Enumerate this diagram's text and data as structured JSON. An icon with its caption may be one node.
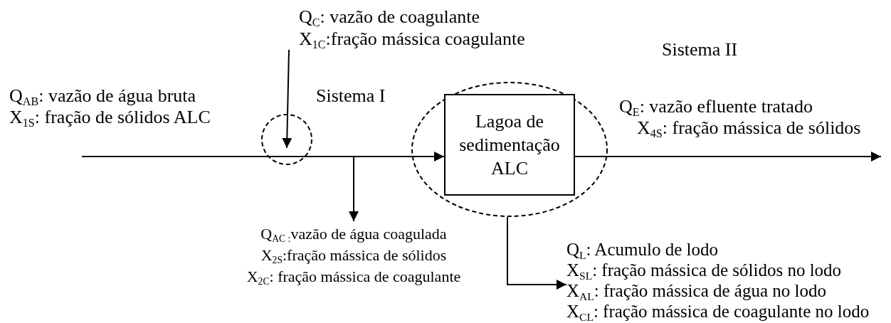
{
  "diagram": {
    "nodes": [
      {
        "text": [
          "Q$_{C}$: vazão de coagulante",
          "X$_{1C}$:fração mássica coagulante"
        ]
      },
      {
        "text": [],
        "shape": "circle",
        "beside": [
          "Sistema I"
        ]
      },
      {
        "text": [],
        "shape": "circle"
      },
      {
        "text": [
          "Lagoa de sedimentação ALC"
        ],
        "in": 2
      },
      {
        "text": [
          "Q$_{AC :}$vazão de água coagulada",
          "X$_{2S}$:fração mássica de sólidos",
          "X$_{2C}$: fração mássica de coagulante"
        ]
      },
      {
        "text": [
          "Q$_{L}$: Acumulo de lodo",
          "X$_{SL}$: fração mássica de sólidos no lodo",
          "X$_{AL}$: fração mássica de água no lodo",
          "X$_{CL}$: fração mássica de coagulante no lodo"
        ]
      }
    ],
    "edges": [
      {
        "from": null,
        "to": 3,
        "arrow": "to"
      },
      {
        "from": 3,
        "to": null,
        "arrow": "to"
      },
      {
        "from": 0,
        "to": 1,
        "arrow": "to"
      },
      {
        "from": null,
        "to": 4,
        "arrow": "to"
      },
      {
        "from": 2,
        "to": 5,
        "arrow": "to"
      }
    ],
    "labels": [
      "Sistema II",
      "Q$_{AB}$: vazão de água bruta",
      "X$_{1S}$: fração de sólidos ALC",
      "Q$_{E}$: vazão efluente tratado",
      "X$_{4S}$: fração mássica de sólidos"
    ]
  }
}
